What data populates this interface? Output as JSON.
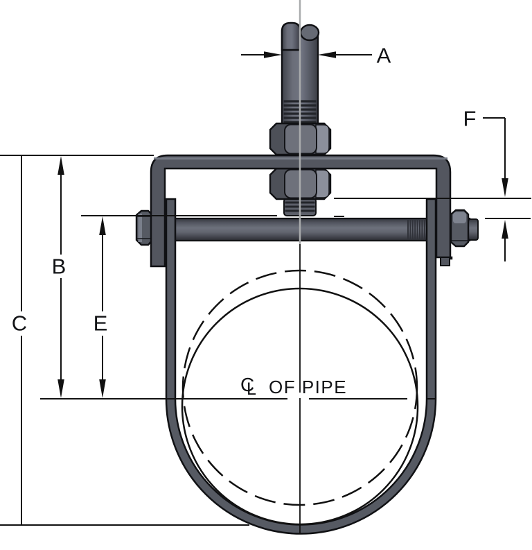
{
  "colors": {
    "background": "#ffffff",
    "outline": "#101114",
    "metal": "#565a63",
    "metal_dark": "#4b4e56",
    "metal_light": "#8b8f9b",
    "centerline_gray": "#a9abac",
    "dimension_line": "#111111"
  },
  "dimension_labels": {
    "a": "A",
    "b": "B",
    "c": "C",
    "e": "E",
    "f": "F"
  },
  "pipe_label": {
    "symbol_c": "C",
    "symbol_l": "L",
    "text": "OF PIPE"
  }
}
